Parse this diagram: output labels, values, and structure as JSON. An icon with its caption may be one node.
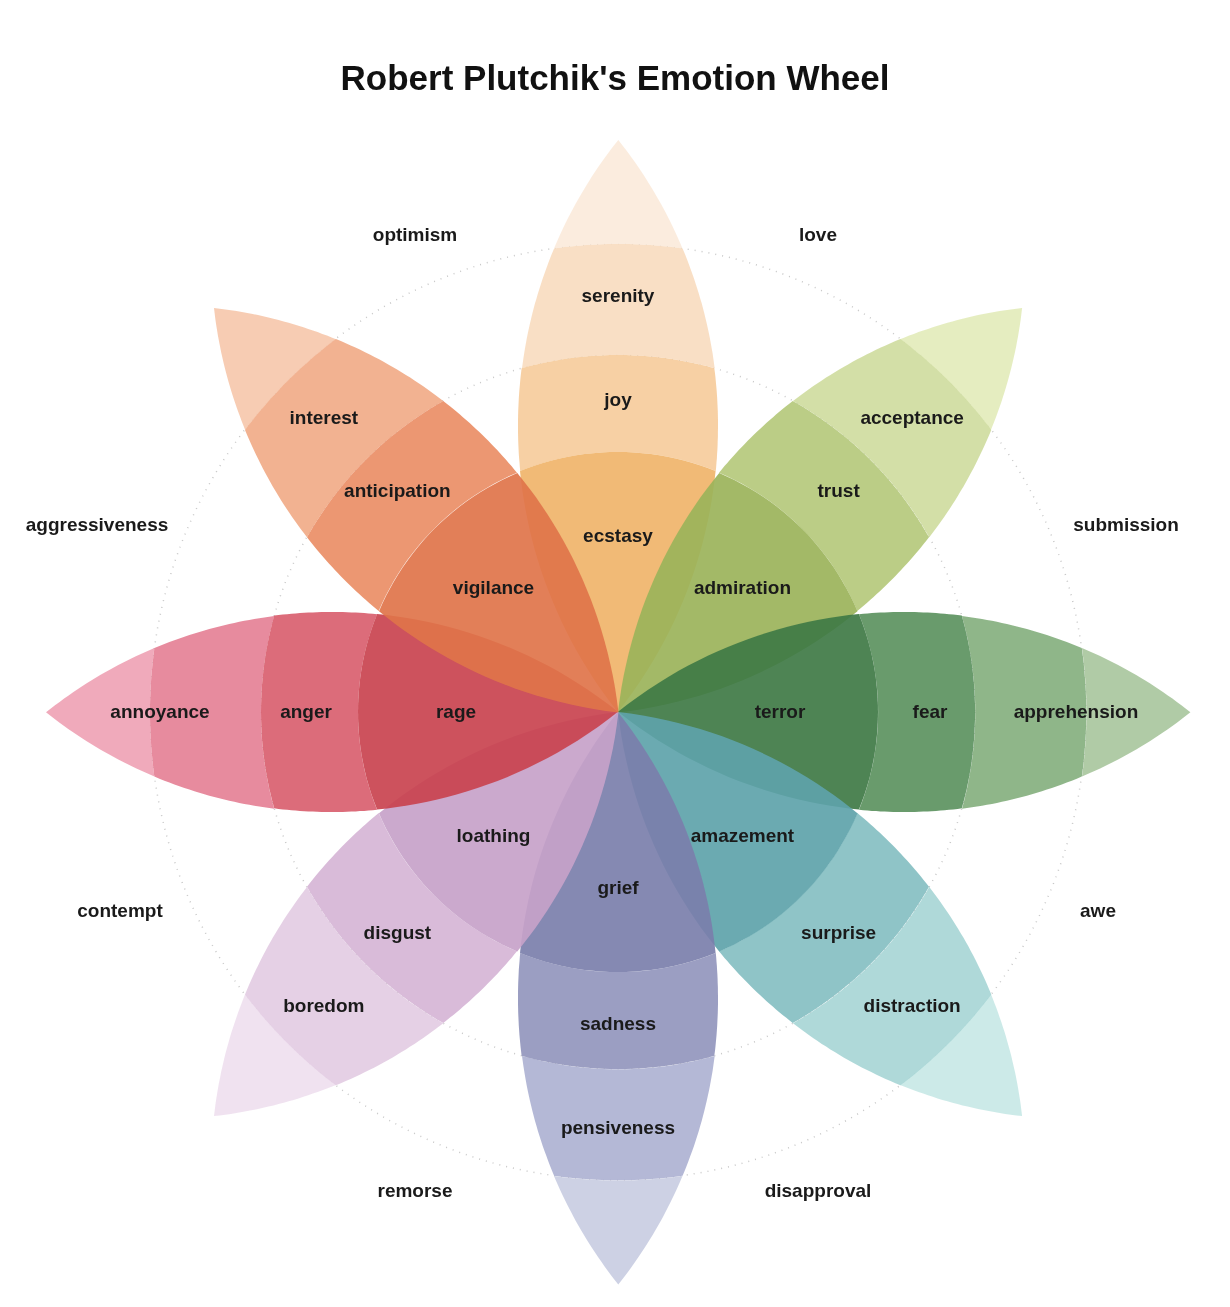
{
  "diagram": {
    "title": "Robert Plutchik's Emotion Wheel",
    "nodes": [
      {
        "text": [],
        "shape": "band"
      },
      {
        "text": [
          "serenity"
        ]
      },
      {
        "text": [
          "joy"
        ]
      },
      {
        "text": [
          "ecstasy"
        ]
      },
      {
        "text": [],
        "shape": "band"
      },
      {
        "text": [
          "acceptance"
        ]
      },
      {
        "text": [
          "trust"
        ]
      },
      {
        "text": [
          "admiration"
        ]
      },
      {
        "text": [],
        "shape": "band"
      },
      {
        "text": [
          "apprehension"
        ]
      },
      {
        "text": [
          "fear"
        ]
      },
      {
        "text": [
          "terror"
        ]
      },
      {
        "text": [],
        "shape": "band"
      },
      {
        "text": [
          "distraction"
        ]
      },
      {
        "text": [
          "surprise"
        ]
      },
      {
        "text": [
          "amazement"
        ]
      },
      {
        "text": [],
        "shape": "band"
      },
      {
        "text": [
          "pensiveness"
        ]
      },
      {
        "text": [
          "sadness"
        ]
      },
      {
        "text": [
          "grief"
        ]
      },
      {
        "text": [],
        "shape": "band"
      },
      {
        "text": [
          "boredom"
        ]
      },
      {
        "text": [
          "disgust"
        ]
      },
      {
        "text": [
          "loathing"
        ]
      },
      {
        "text": [],
        "shape": "band"
      },
      {
        "text": [
          "annoyance"
        ]
      },
      {
        "text": [
          "anger"
        ]
      },
      {
        "text": [
          "rage"
        ]
      },
      {
        "text": [],
        "shape": "band"
      },
      {
        "text": [
          "interest"
        ]
      },
      {
        "text": [
          "anticipation"
        ]
      },
      {
        "text": [
          "vigilance"
        ]
      }
    ],
    "labels": [
      "optimism",
      "love",
      "aggressiveness",
      "submission",
      "contempt",
      "awe",
      "remorse",
      "disapproval"
    ]
  }
}
